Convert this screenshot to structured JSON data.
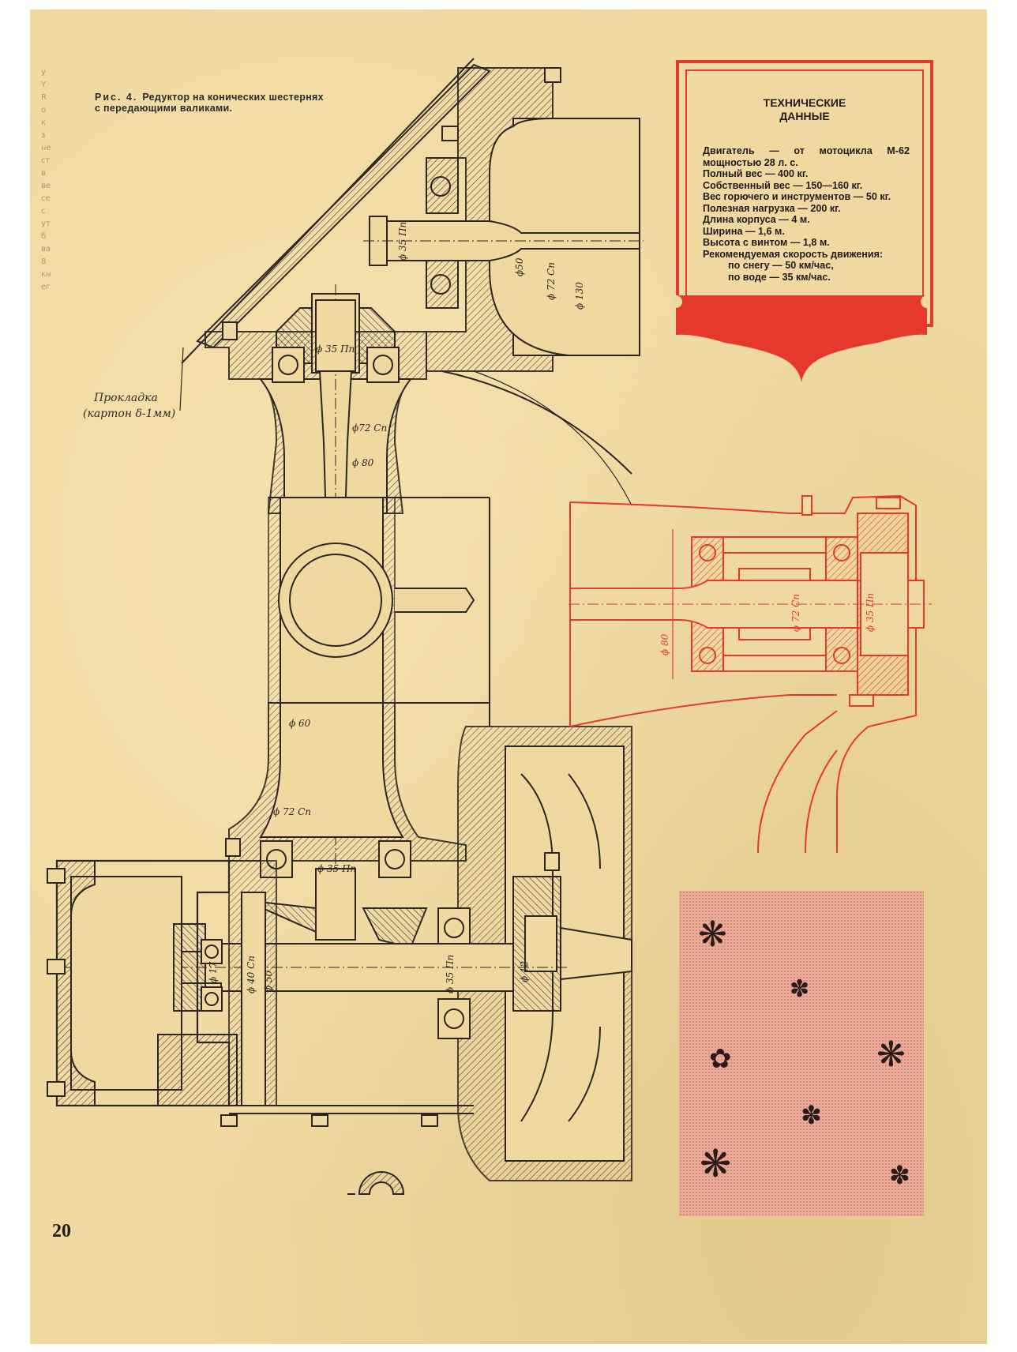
{
  "caption": {
    "fig": "Рис. 4.",
    "text": "Редуктор на конических шестернях с передающими валиками."
  },
  "margin_bleed": [
    "у",
    "Y",
    "R",
    "о",
    "к",
    "з",
    "не",
    "ст",
    "в",
    "ве",
    "се",
    "с",
    "ут",
    "б",
    "ва",
    "8",
    "кн",
    "ег"
  ],
  "drawing_labels": {
    "gasket_line1": "Прокладка",
    "gasket_line2": "(картон δ-1мм)",
    "d35_top": "ϕ 35 Пп",
    "d50": "ϕ50",
    "d72_top": "ϕ 72 Сп",
    "d130": "ϕ 130",
    "d35_mid": "ϕ 35 Пп",
    "d72_mid": "ϕ72 Сп",
    "d80_mid": "ϕ 80",
    "d60": "ϕ 60",
    "d72_low": "ϕ 72 Сп",
    "d35_low": "ϕ 35 Пп",
    "d17": "ϕ 17",
    "d40": "ϕ 40 Сп",
    "d50b": "ϕ 50",
    "d35_shaft": "ϕ 35 Пп",
    "d12": "ϕ 12"
  },
  "red_drawing_labels": {
    "d80": "ϕ 80",
    "d72": "ϕ 72 Сп",
    "d35": "ϕ 35 Пп"
  },
  "tech": {
    "title_line1": "ТЕХНИЧЕСКИЕ",
    "title_line2": "ДАННЫЕ",
    "lines": [
      "Двигатель — от мотоцикла М-62 мощностью 28 л. с.",
      "Полный вес — 400 кг.",
      "Собственный вес — 150—160 кг.",
      "Вес горючего и инструментов — 50 кг.",
      "Полезная нагрузка — 200 кг.",
      "Длина корпуса — 4 м.",
      "Ширина — 1,6 м.",
      "Высота с винтом — 1,8 м.",
      "Рекомендуемая скорость движения:"
    ],
    "speed_snow": "по снегу — 50 км/час,",
    "speed_water": "по воде — 35 км/час."
  },
  "page_number": "20",
  "colors": {
    "accent_red": "#e5392b",
    "paper": "#efd9a0",
    "ink": "#2b2a2a"
  }
}
